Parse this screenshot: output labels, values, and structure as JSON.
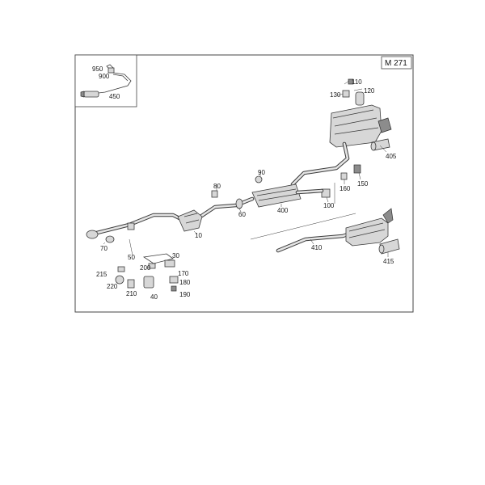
{
  "engine_code": "M 271",
  "inset_labels": [
    "950",
    "900",
    "450"
  ],
  "part_labels": [
    "110",
    "120",
    "130",
    "405",
    "90",
    "80",
    "160",
    "150",
    "400",
    "100",
    "60",
    "10",
    "70",
    "410",
    "415",
    "50",
    "30",
    "200",
    "170",
    "215",
    "180",
    "220",
    "210",
    "40",
    "190"
  ]
}
